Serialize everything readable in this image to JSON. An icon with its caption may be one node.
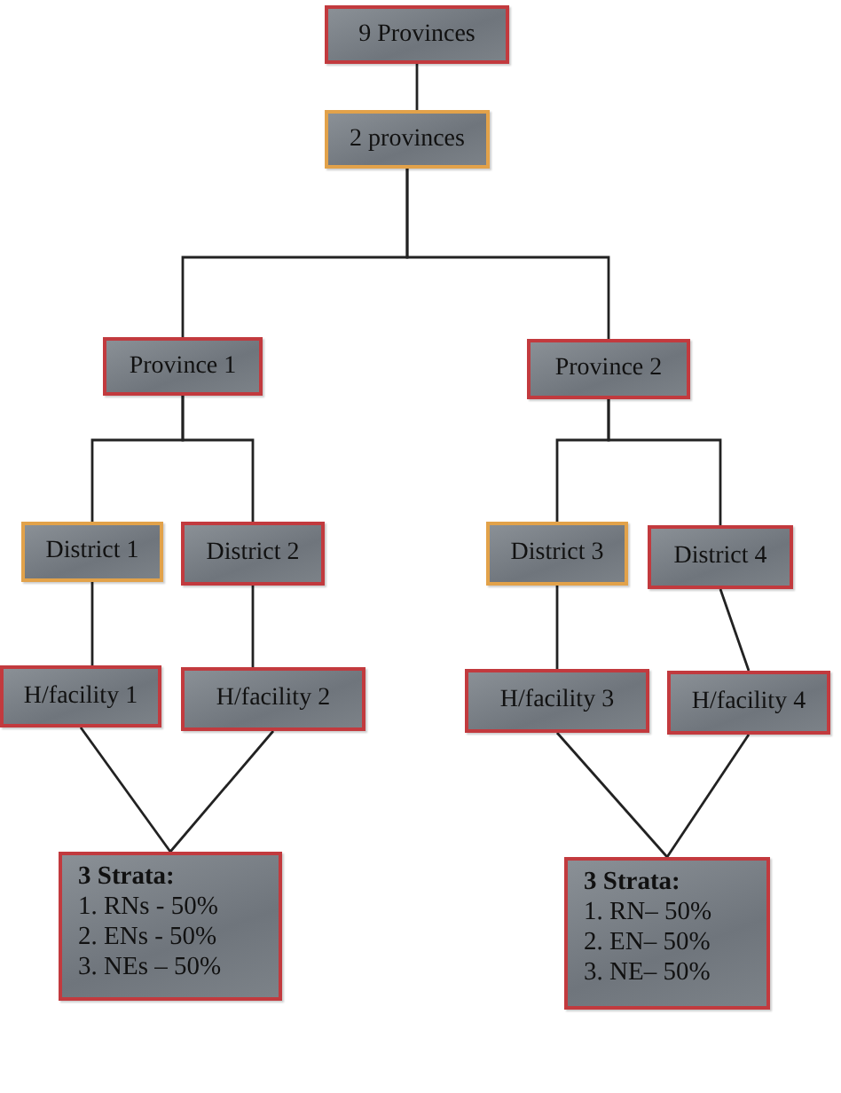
{
  "diagram": {
    "nodes": [
      {
        "text": [
          "9 Provinces"
        ]
      },
      {
        "text": [
          "2 provinces"
        ]
      },
      {
        "text": [
          "Province 1"
        ]
      },
      {
        "text": [
          "Province 2"
        ]
      },
      {
        "text": [
          "District 1"
        ]
      },
      {
        "text": [
          "District 2"
        ]
      },
      {
        "text": [
          "District 3"
        ]
      },
      {
        "text": [
          "District 4"
        ]
      },
      {
        "text": [
          "H/facility 1"
        ]
      },
      {
        "text": [
          "H/facility 2"
        ]
      },
      {
        "text": [
          "H/facility 3"
        ]
      },
      {
        "text": [
          "H/facility 4"
        ]
      },
      {
        "text": [
          "3 Strata:",
          "1. RNs - 50%",
          "2. ENs - 50%",
          "3. NEs – 50%"
        ]
      },
      {
        "text": [
          "3 Strata:",
          "1. RN– 50%",
          "2. EN– 50%",
          "3. NE– 50%"
        ]
      }
    ],
    "edges": [
      {
        "from": 0,
        "to": 1,
        "arrow": "none"
      },
      {
        "from": 1,
        "to": 2,
        "arrow": "none"
      },
      {
        "from": 1,
        "to": 3,
        "arrow": "none"
      },
      {
        "from": 2,
        "to": 4,
        "arrow": "none"
      },
      {
        "from": 2,
        "to": 5,
        "arrow": "none"
      },
      {
        "from": 3,
        "to": 6,
        "arrow": "none"
      },
      {
        "from": 3,
        "to": 7,
        "arrow": "none"
      },
      {
        "from": 4,
        "to": 8,
        "arrow": "none"
      },
      {
        "from": 5,
        "to": 9,
        "arrow": "none"
      },
      {
        "from": 6,
        "to": 10,
        "arrow": "none"
      },
      {
        "from": 7,
        "to": 11,
        "arrow": "none"
      },
      {
        "from": 8,
        "to": 12,
        "arrow": "none"
      },
      {
        "from": 9,
        "to": 12,
        "arrow": "none"
      },
      {
        "from": 10,
        "to": 13,
        "arrow": "none"
      },
      {
        "from": 11,
        "to": 13,
        "arrow": "none"
      }
    ]
  }
}
